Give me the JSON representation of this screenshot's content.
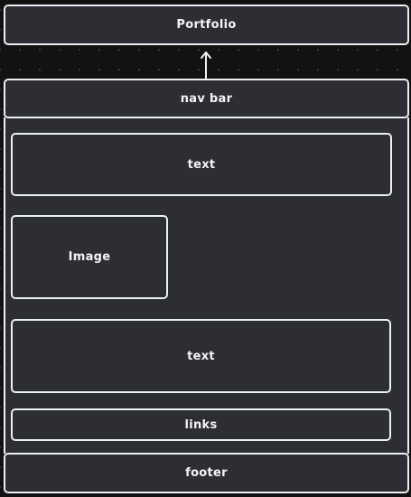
{
  "diagram": {
    "portfolio": "Portfolio",
    "navbar": "nav bar",
    "text_top": "text",
    "image": "Image",
    "text_bottom": "text",
    "links": "links",
    "footer": "footer"
  },
  "colors": {
    "background": "#121212",
    "box_fill": "#2c2e33",
    "stroke": "#eceff3"
  }
}
